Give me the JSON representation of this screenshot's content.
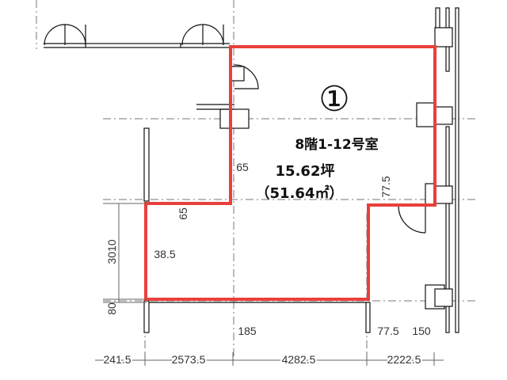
{
  "room": {
    "number": "①",
    "name": "8階1-12号室",
    "area_tsubo": "15.62坪",
    "area_sqm": "（51.64㎡）"
  },
  "dims": {
    "bottom": [
      "241.5",
      "2573.5",
      "4282.5",
      "2222.5"
    ],
    "vertical_left": [
      "3010",
      "80"
    ],
    "inner": [
      "65",
      "65",
      "38.5",
      "77.5",
      "185",
      "77.5",
      "150"
    ]
  },
  "colors": {
    "outline": "#e8403a",
    "lines": "#111111",
    "dimension": "#666666"
  }
}
